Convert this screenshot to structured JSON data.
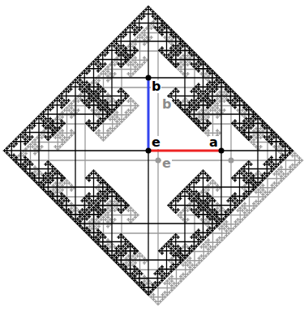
{
  "diagram": {
    "labels": [
      "b",
      "b",
      "e",
      "e",
      "a"
    ]
  }
}
